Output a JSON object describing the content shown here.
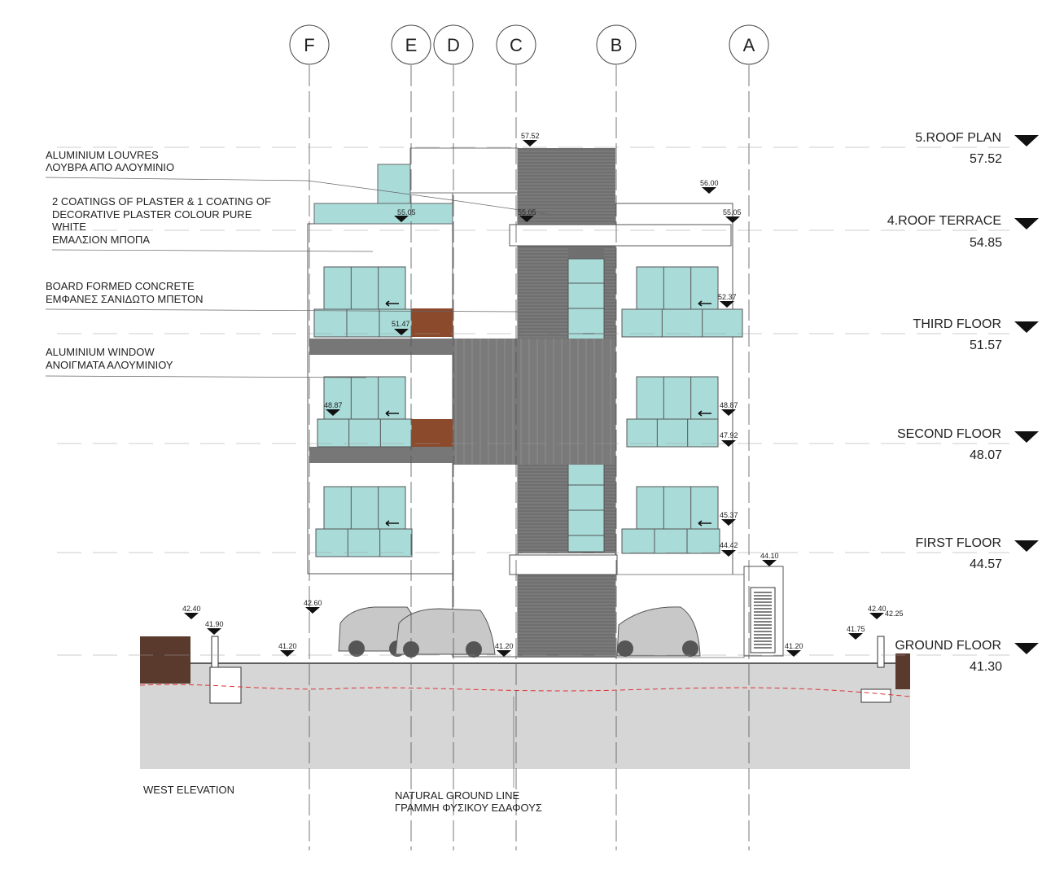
{
  "grid_labels": [
    "F",
    "E",
    "D",
    "C",
    "B",
    "A"
  ],
  "levels": [
    {
      "name": "5.ROOF PLAN",
      "value": "57.52"
    },
    {
      "name": "4.ROOF TERRACE",
      "value": "54.85"
    },
    {
      "name": "THIRD FLOOR",
      "value": "51.57"
    },
    {
      "name": "SECOND FLOOR",
      "value": "48.07"
    },
    {
      "name": "FIRST FLOOR",
      "value": "44.57"
    },
    {
      "name": "GROUND FLOOR",
      "value": "41.30"
    }
  ],
  "annotations": {
    "louvres_en": "ALUMINIUM LOUVRES",
    "louvres_gr": "ΛΟΥΒΡΑ ΑΠΟ ΑΛΟΥΜΙΝΙΟ",
    "plaster_1": "2 COATINGS OF PLASTER & 1 COATING OF",
    "plaster_2": "DECORATIVE PLASTER COLOUR PURE",
    "plaster_3": "WHITE",
    "plaster_gr": "ΕΜΑΛΣΙΟΝ ΜΠΟΠΑ",
    "board_en": "BOARD FORMED CONCRETE",
    "board_gr": "ΕΜΦΑΝΕΣ ΣΑΝΙΔΩΤΟ ΜΠΕΤΟΝ",
    "window_en": "ALUMINIUM WINDOW",
    "window_gr": "ΑΝΟΙΓΜΑΤΑ ΑΛΟΥΜΙΝΙΟΥ",
    "title": "WEST ELEVATION",
    "ground_en": "NATURAL GROUND LINE",
    "ground_gr": "ΓΡΑΜΜΗ ΦΥΣΙΚΟΥ ΕΔΑΦΟΥΣ"
  },
  "spot_levels": {
    "s5752": "57.52",
    "s5600": "56.00",
    "s5505a": "55.05",
    "s5505b": "55.05",
    "s5505c": "55.05",
    "s5237": "52.37",
    "s5147": "51.47",
    "s4887a": "48.87",
    "s4887b": "48.87",
    "s4792": "47.92",
    "s4537": "45.37",
    "s4442": "44.42",
    "s4410": "44.10",
    "s4260": "42.60",
    "s4240a": "42.40",
    "s4190": "41.90",
    "s4120a": "41.20",
    "s4120b": "41.20",
    "s4120c": "41.20",
    "s4240b": "42.40",
    "s4225": "42.25",
    "s4175": "41.75"
  },
  "colors": {
    "glass": "#a9dcd9",
    "cladding": "#6f6f6f",
    "wood": "#8b4a2b",
    "ground": "#d6d6d6",
    "soil": "#5b3a2e"
  }
}
